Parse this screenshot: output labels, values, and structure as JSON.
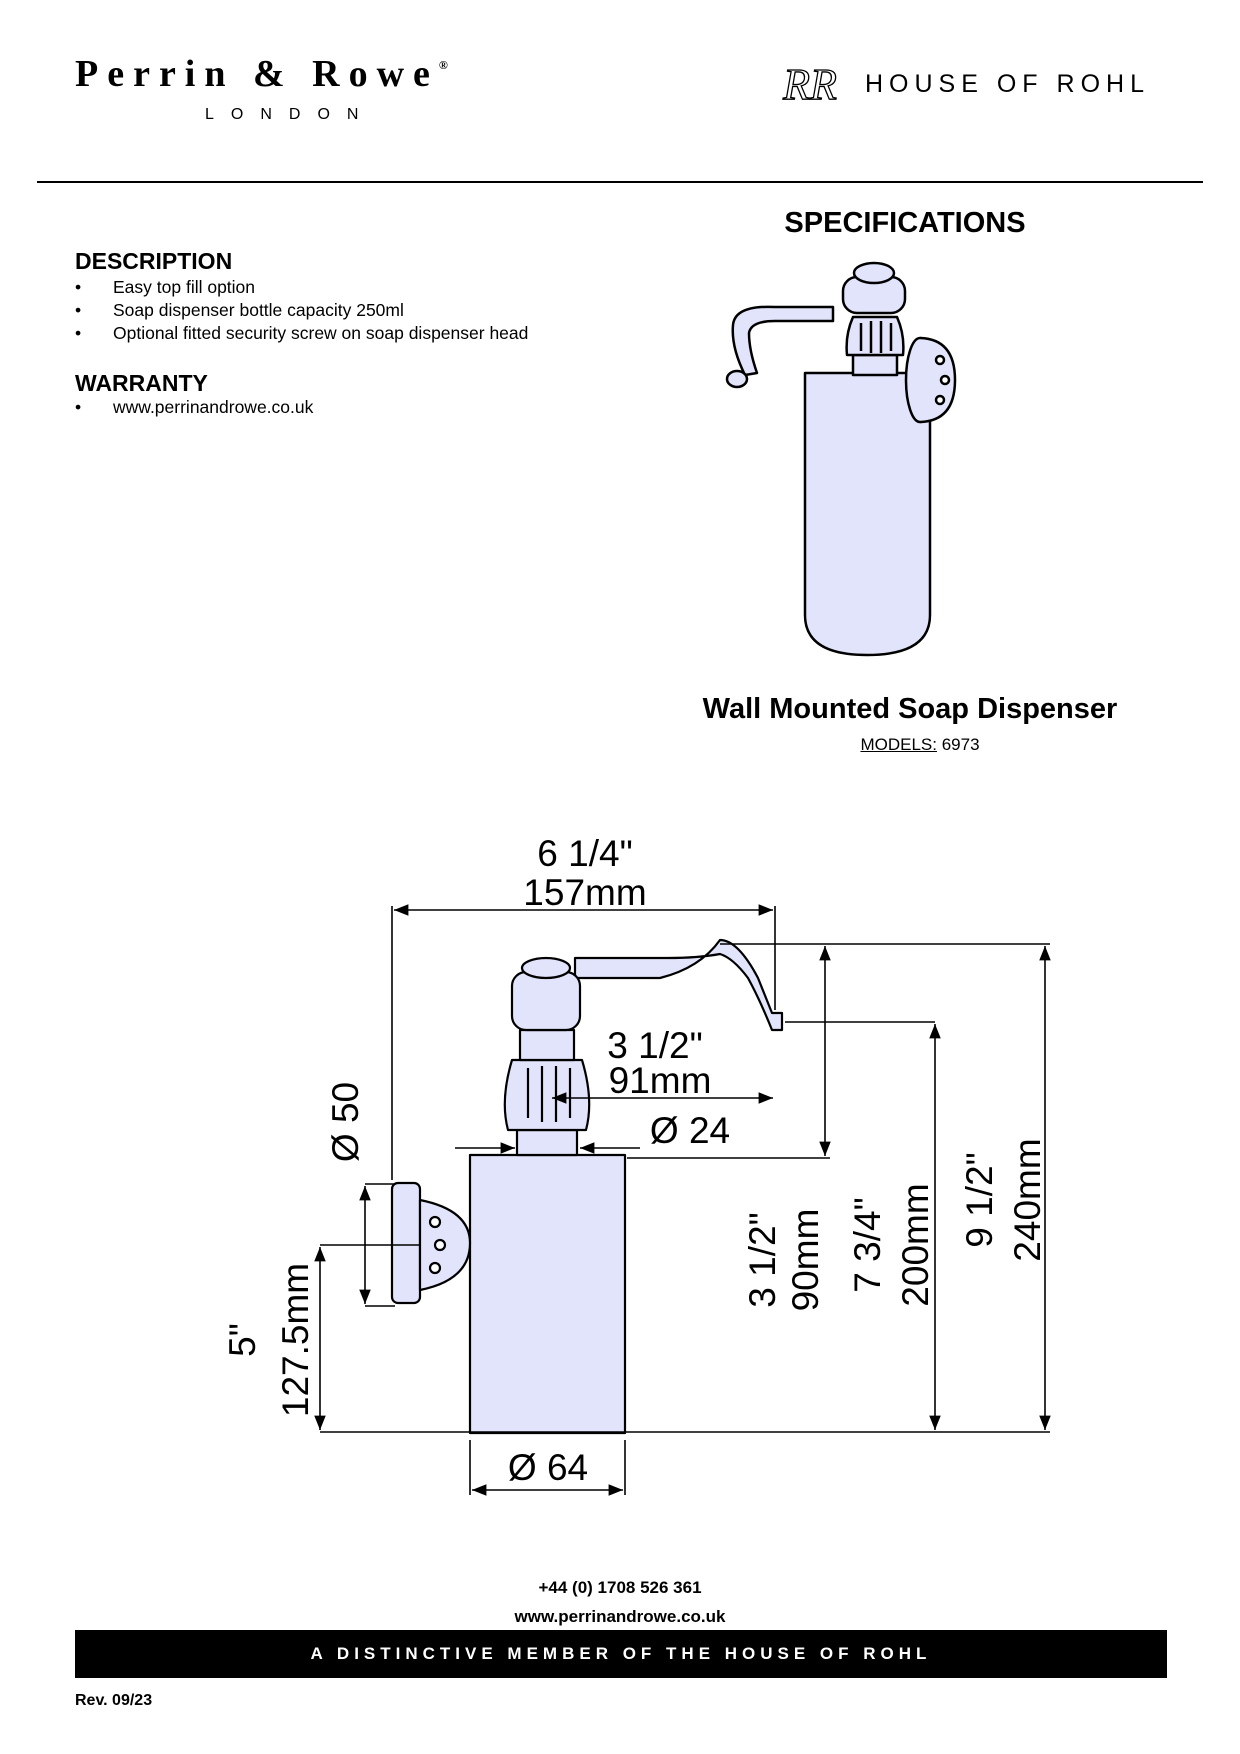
{
  "header": {
    "brand_name": "Perrin & Rowe",
    "brand_reg": "®",
    "brand_city": "LONDON",
    "rohl_monogram": "RR",
    "rohl_text": "HOUSE OF ROHL"
  },
  "specifications_title": "SPECIFICATIONS",
  "description": {
    "heading": "DESCRIPTION",
    "items": [
      "Easy top fill option",
      "Soap dispenser bottle capacity 250ml",
      "Optional fitted security screw on soap dispenser head"
    ]
  },
  "warranty": {
    "heading": "WARRANTY",
    "items": [
      "www.perrinandrowe.co.uk"
    ]
  },
  "product": {
    "title": "Wall Mounted Soap Dispenser",
    "models_label": "MODELS:",
    "models_value": "6973"
  },
  "dimensions": {
    "width_in": "6 1/4\"",
    "width_mm": "157mm",
    "spout_in": "3 1/2\"",
    "spout_mm": "91mm",
    "flange_dia": "Ø 50",
    "neck_dia": "Ø 24",
    "bottle_dia": "Ø 64",
    "mount_in": "5\"",
    "mount_mm": "127.5mm",
    "top_to_mount_in": "3 1/2\"",
    "top_to_mount_mm": "90mm",
    "spout_height_in": "7 3/4\"",
    "spout_height_mm": "200mm",
    "total_height_in": "9 1/2\"",
    "total_height_mm": "240mm"
  },
  "footer": {
    "phone": "+44 (0) 1708 526 361",
    "website": "www.perrinandrowe.co.uk",
    "banner": "A DISTINCTIVE MEMBER OF THE HOUSE OF ROHL",
    "revision": "Rev. 09/23"
  },
  "colors": {
    "product_fill": "#e2e4fb",
    "line": "#000000",
    "footer_bar": "#000000"
  }
}
